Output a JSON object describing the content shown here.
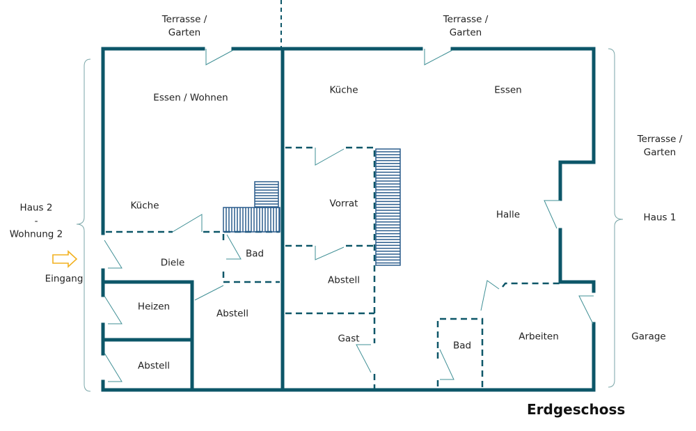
{
  "title": "Erdgeschoss",
  "colors": {
    "wall": "#0c5668",
    "stairs": "#2a5c8c",
    "entrance_arrow": "#f2b01e"
  },
  "outside": {
    "terrace_left_1": "Terrasse /",
    "terrace_left_2": "Garten",
    "terrace_mid_1": "Terrasse /",
    "terrace_mid_2": "Garten",
    "terrace_right_1": "Terrasse /",
    "terrace_right_2": "Garten",
    "haus2_1": "Haus 2",
    "haus2_2": "-",
    "haus2_3": "Wohnung 2",
    "entrance": "Eingang",
    "haus1": "Haus 1",
    "garage": "Garage"
  },
  "rooms_haus2": {
    "essen_wohnen": "Essen / Wohnen",
    "kueche": "Küche",
    "diele": "Diele",
    "bad": "Bad",
    "heizen": "Heizen",
    "abstell_small": "Abstell",
    "abstell_large": "Abstell"
  },
  "rooms_haus1": {
    "kueche": "Küche",
    "essen": "Essen",
    "vorrat": "Vorrat",
    "abstell": "Abstell",
    "gast": "Gast",
    "halle": "Halle",
    "bad": "Bad",
    "arbeiten": "Arbeiten"
  }
}
